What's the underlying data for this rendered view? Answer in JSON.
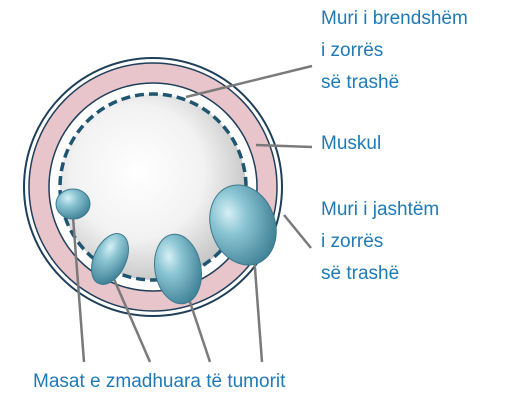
{
  "labels": {
    "inner_wall": [
      "Muri i brendshëm",
      "i zorrës",
      "së trashë"
    ],
    "muscle": "Muskul",
    "outer_wall": [
      "Muri i jashtëm",
      "i zorrës",
      "së trashë"
    ],
    "tumor_masses": "Masat e zmadhuara të tumorit"
  },
  "colors": {
    "label_text": "#1f7ab5",
    "leader_line": "#7a7a7a",
    "muscle_ring": "#e8c4cb",
    "ring_outline": "#1f3f5a",
    "inner_dashed": "#1f5570",
    "tumor": "#5a9fb4"
  }
}
